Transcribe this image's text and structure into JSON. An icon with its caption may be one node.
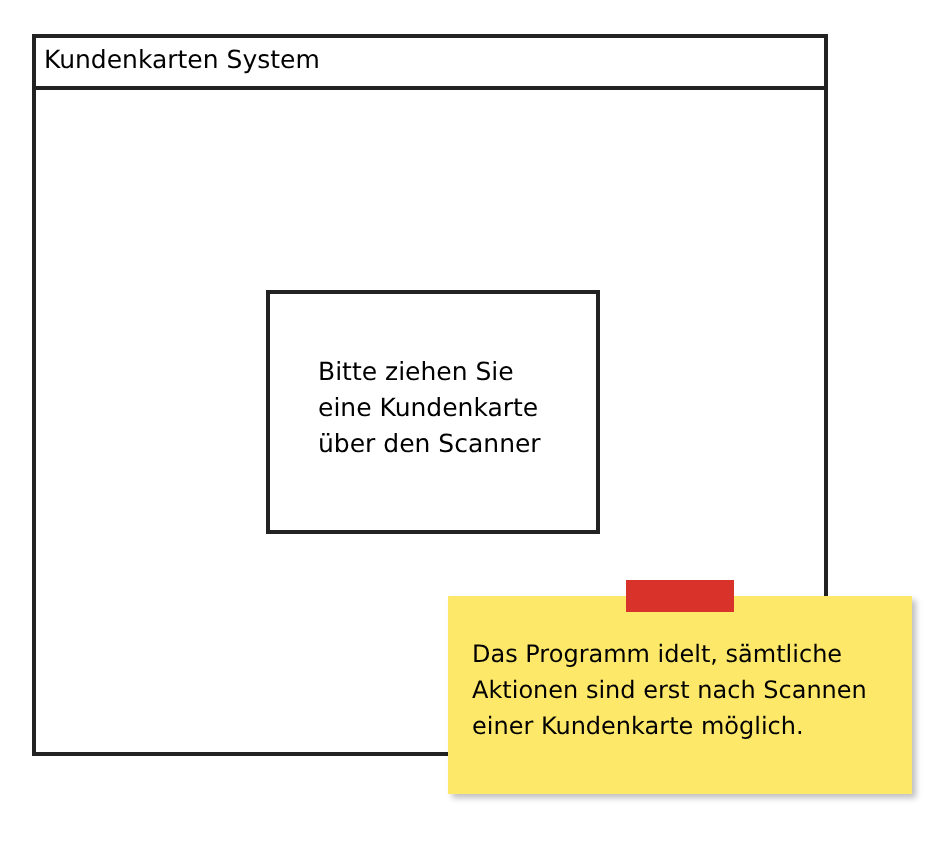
{
  "diagram": {
    "nodes": [
      {
        "text": [
          "Kundenkarten System"
        ]
      },
      {
        "text": [
          "Bitte ziehen Sie eine Kundenkarte über den Scanner"
        ],
        "in": 0
      },
      {
        "text": [
          "Das Programm idelt, sämtliche Aktionen sind erst nach Scannen einer Kundenkarte möglich."
        ]
      }
    ]
  }
}
